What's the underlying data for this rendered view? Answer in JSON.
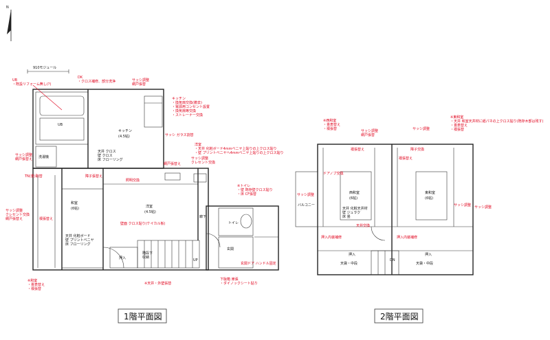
{
  "north_label": "N",
  "module_label": "910モジュール",
  "titles": {
    "floor1": "1階平面図",
    "floor2": "2階平面図"
  },
  "rooms": {
    "ub": "UB",
    "kitchen": "キッチン",
    "kitchen_size": "(4.5帖)",
    "laundry": "洗濯機",
    "washitsu_1f": "和室",
    "washitsu_1f_size": "(6帖)",
    "yoshitsu": "洋室",
    "yoshitsu_size": "(4.5帖)",
    "rouka": "廊下",
    "toilet": "トイレ",
    "genkan": "玄関",
    "oshiire_1f": "押入",
    "kaidan_shuno": "階段下\n収納",
    "nishi_washitsu": "西和室",
    "nishi_size": "(6帖)",
    "higashi_washitsu": "東和室",
    "higashi_size": "(6帖)",
    "balcony": "バルコニー",
    "oshiire_2f_a": "押入",
    "oshiire_2f_b": "押入",
    "tenbukuro_a": "天袋・中段",
    "tenbukuro_b": "天袋・中段",
    "up": "UP",
    "dn": "DN",
    "kitchen_spec": "天井 クロス\n壁 クロス\n床 フローリング",
    "washitsu_spec": "天井 化粧ボード\n壁 プリントベニヤ\n床 フローリング",
    "nishi_spec": "天井 化粧天井材\n壁 ジュラク\n床 畳"
  },
  "notes": {
    "ub": "UB\n・既設リフォーム無し(?)",
    "dk": "DK\n・クロス補修、部分洗浄",
    "sash_top": "サッシ調整\n網戸張替",
    "kitchen_list": "キッチン\n・換気扇交換(撤去)\n・電源用コンセント設置\n・換気扇等交換\n・ストレーナー交換",
    "sash_glass": "サッシ ガラス割替",
    "yoshitsu_note": "洋室\n・天井 化粧ボード4mmベニヤ上貼りの上クロス貼り\n・壁 プリントベニヤへ4mmベニヤ上貼りの上クロス貼り",
    "sash_left": "サッシ調整\n網戸張替え",
    "tatami_irekae": "TN(畳)取替",
    "sash_crescent": "サッシ調整\nクレセント交換\n網戸張替え",
    "fusuma_1f": "襖張替え",
    "shoji_1f": "障子張替え",
    "cross_note": "壁面 クロス貼り(ケイカル板)",
    "shokai_note": "照明交換",
    "sash_crescent2": "サッシ調整\nクレセント交換",
    "amido": "網戸張替え",
    "toilet_note": "※トイレ\n・壁 既存壁クロス貼り\n・床 CF張替",
    "genkan_door": "玄関ドア ハンドル固定",
    "genkan_floor": "下駄箱 扉張\n・ダイノックシート貼り",
    "washitsu_bottom": "※和室\n・畳表替え\n・襖張替",
    "bottom_center": "※天井・外壁張替",
    "nishi_note": "※西和室\n・畳表替え\n・襖張替",
    "sash_2f_left": "サッシ調整\n網戸張替",
    "sash_2f_mid": "サッシ調整",
    "higashi_note": "※東和室\n・天井 和室天井材に紙パネの上クロス貼り(既存木部は残す)\n・畳表替え\n・襖張替",
    "fusuma_2f": "襖張替え",
    "shoji_2f": "障子交換",
    "door_knob": "ドアノブ交換",
    "fusuma_2f_right": "襖張替え",
    "sash_2f_right": "サッシ調整",
    "sash_2f_balc": "サッシ調整",
    "sash_2f_c": "サッシ調整",
    "tenjo_2f": "天井交換",
    "oshiire_2f_note": "押入内装補修",
    "oshiire_2f_note2": "押入内装補修"
  }
}
